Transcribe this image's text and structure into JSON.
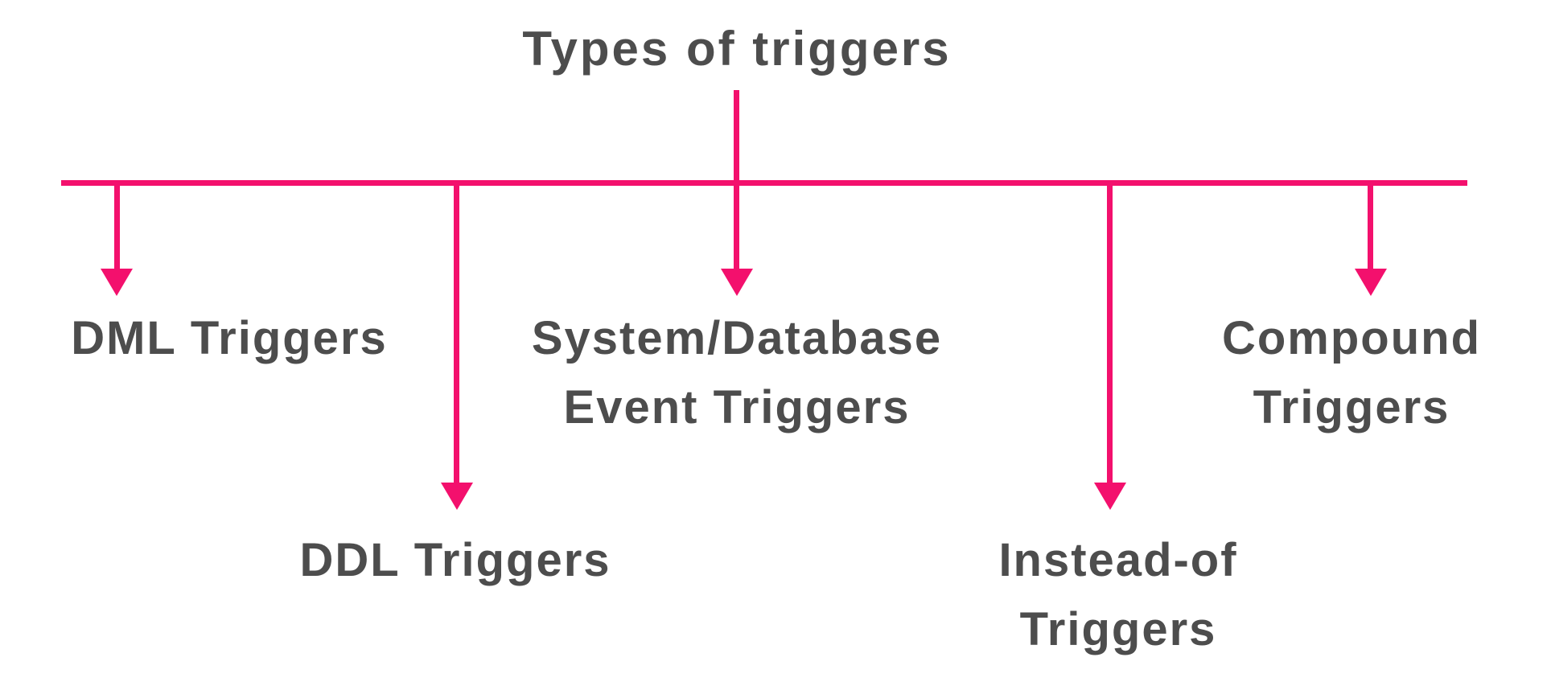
{
  "diagram": {
    "title": "Types of triggers",
    "nodes": [
      {
        "id": "dml",
        "line1": "DML Triggers"
      },
      {
        "id": "ddl",
        "line1": "DDL Triggers"
      },
      {
        "id": "system-database-event",
        "line1": "System/Database",
        "line2": "Event Triggers"
      },
      {
        "id": "instead-of",
        "line1": "Instead-of",
        "line2": "Triggers"
      },
      {
        "id": "compound",
        "line1": "Compound",
        "line2": "Triggers"
      }
    ],
    "colors": {
      "connector": "#F3106D",
      "text": "#4D4D4D",
      "background": "#FFFFFF"
    }
  }
}
